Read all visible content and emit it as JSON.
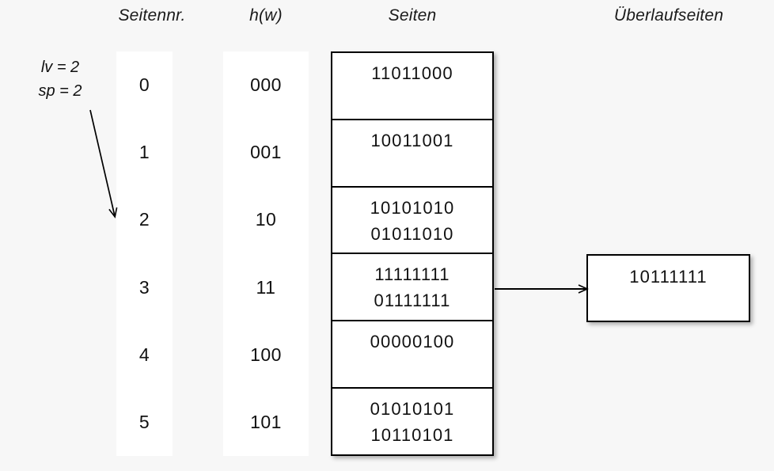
{
  "headers": {
    "page_number": "Seitennr.",
    "hash": "h(w)",
    "pages": "Seiten",
    "overflow_pages": "Überlaufseiten"
  },
  "params": {
    "lv": "lv = 2",
    "sp": "sp = 2"
  },
  "rows": [
    {
      "page_number": "0",
      "hash": "000",
      "lines": [
        "11011000"
      ]
    },
    {
      "page_number": "1",
      "hash": "001",
      "lines": [
        "10011001"
      ]
    },
    {
      "page_number": "2",
      "hash": "10",
      "lines": [
        "10101010",
        "01011010"
      ]
    },
    {
      "page_number": "3",
      "hash": "11",
      "lines": [
        "11111111",
        "01111111"
      ]
    },
    {
      "page_number": "4",
      "hash": "100",
      "lines": [
        "00000100"
      ]
    },
    {
      "page_number": "5",
      "hash": "101",
      "lines": [
        "01010101",
        "10110101"
      ]
    }
  ],
  "overflow": {
    "lines": [
      "10111111"
    ],
    "from_row_index": 3
  },
  "colors": {
    "background": "#f7f7f7",
    "panel": "#ffffff",
    "stroke": "#000000",
    "text": "#111111"
  }
}
